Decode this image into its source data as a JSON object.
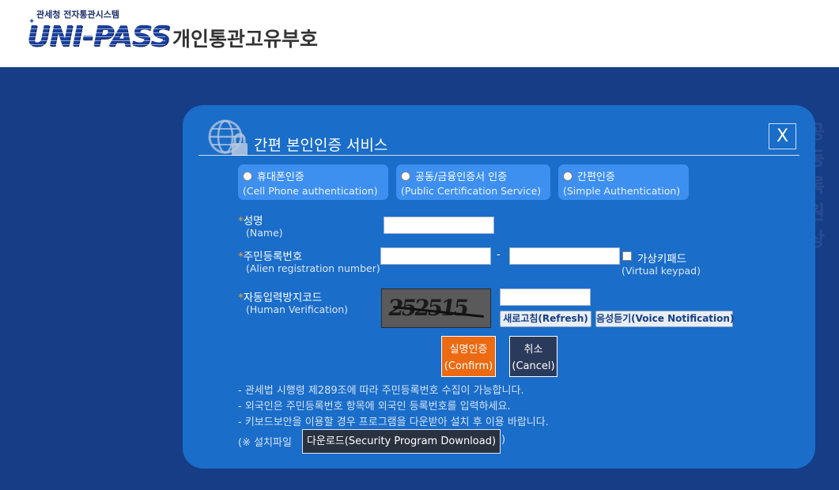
{
  "header": {
    "logo_subtitle": "관세청 전자통관시스템",
    "logo_text": "UNI-PASS",
    "title": "개인통관고유부호"
  },
  "modal": {
    "title": "간편 본인인증 서비스",
    "close_label": "X",
    "auth_options": [
      {
        "label": "휴대폰인증",
        "sublabel": "(Cell Phone authentication)"
      },
      {
        "label": "공동/금융인증서 인증",
        "sublabel": "(Public Certification Service)"
      },
      {
        "label": "간편인증",
        "sublabel": "(Simple Authentication)"
      }
    ],
    "fields": {
      "required_mark": "*",
      "name_label": "성명",
      "name_sublabel": "(Name)",
      "name_value": "",
      "regno_label": "주민등록번호",
      "regno_sublabel": "(Alien registration number)",
      "regno_separator": "-",
      "regno_front": "",
      "regno_back": "",
      "virtual_keypad_label": "가상키패드",
      "virtual_keypad_sublabel": "(Virtual keypad)",
      "captcha_label": "자동입력방지코드",
      "captcha_sublabel": "(Human Verification)",
      "captcha_text": "252515",
      "captcha_value": "",
      "refresh_label": "새로고침(Refresh)",
      "voice_label": "음성듣기(Voice Notification)"
    },
    "buttons": {
      "confirm_line1": "실명인증",
      "confirm_line2": "(Confirm)",
      "cancel_line1": "취소",
      "cancel_line2": "(Cancel)"
    },
    "notes": [
      "- 관세법 시행령 제289조에 따라 주민등록번호 수집이 가능합니다.",
      "- 외국인은 주민등록번호 항목에 외국인 등록번호를 입력하세요.",
      "- 키보드보안을 이용할 경우 프로그램을 다운받아 설치 후 이용 바랍니다."
    ],
    "install_prefix": "(※ 설치파일",
    "install_suffix": ")",
    "download_label": "다운로드(Security Program Download)"
  },
  "colors": {
    "page_bg": "#163d86",
    "modal_bg": "#1a6dc9",
    "option_bg": "#3d8ff0",
    "confirm_bg": "#ec6a12",
    "cancel_bg": "#2a3a5a",
    "required_star": "#f7a23b"
  },
  "icons": [
    "globe-lock-icon",
    "close-icon",
    "radio-icon",
    "checkbox-icon"
  ]
}
